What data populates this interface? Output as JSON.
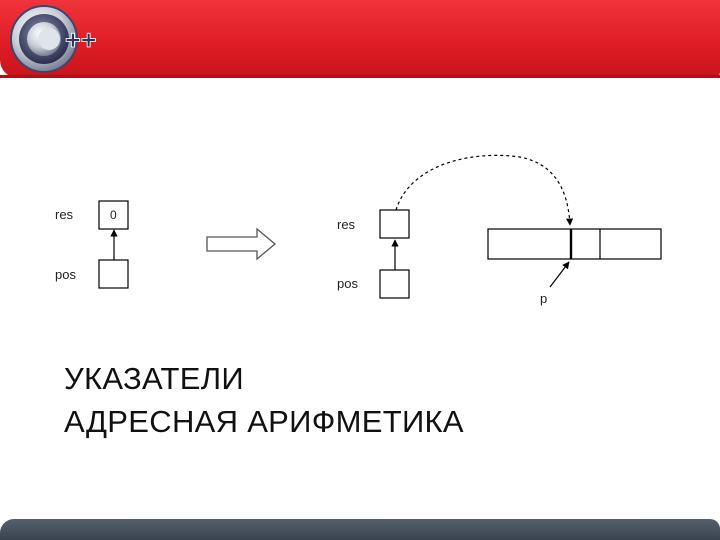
{
  "header": {
    "logo_icon": "cpp-logo-icon",
    "logo_text": "++",
    "bar_color": "#e01d26"
  },
  "diagram": {
    "left": {
      "res_label": "res",
      "res_value": "0",
      "pos_label": "pos"
    },
    "transform_arrow_icon": "block-right-arrow-icon",
    "right": {
      "res_label": "res",
      "pos_label": "pos",
      "p_label": "p"
    }
  },
  "title": {
    "line1": "УКАЗАТЕЛИ",
    "line2": "АДРЕСНАЯ АРИФМЕТИКА"
  },
  "footer": {
    "bar_color": "#3a4350"
  }
}
